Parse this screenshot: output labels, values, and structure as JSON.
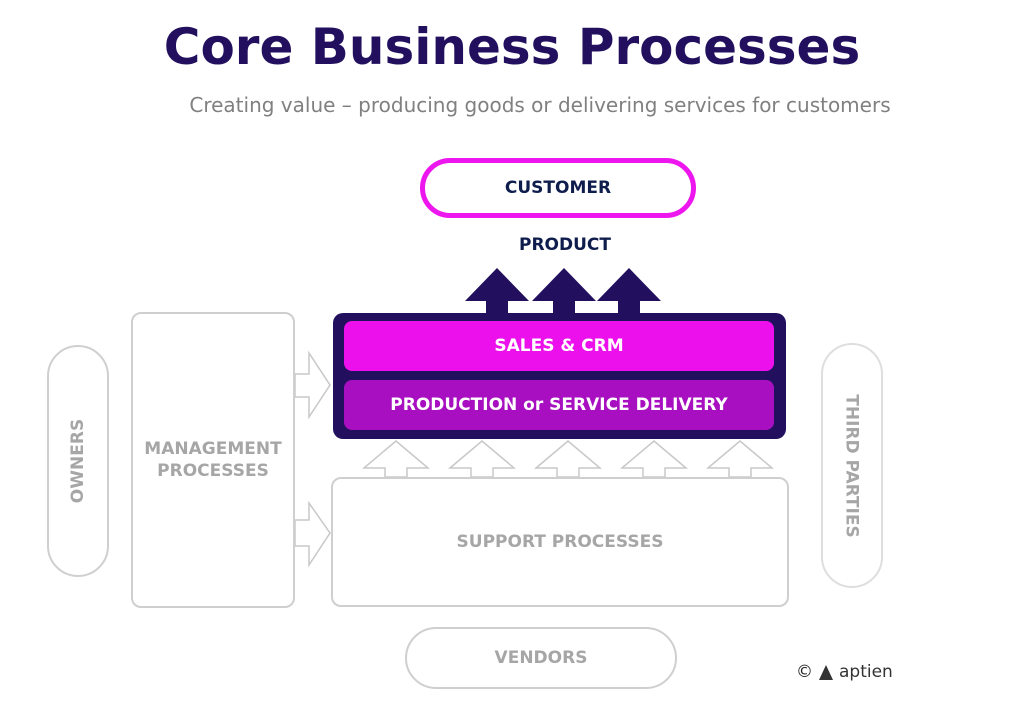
{
  "title": "Core Business Processes",
  "subtitle": "Creating value – producing goods or delivering services for customers",
  "customer": "CUSTOMER",
  "product": "PRODUCT",
  "core_processes": {
    "sales": "SALES & CRM",
    "production": "PRODUCTION or SERVICE DELIVERY"
  },
  "management": "MANAGEMENT PROCESSES",
  "support": "SUPPORT PROCESSES",
  "owners": "OWNERS",
  "third_parties": "THIRD PARTIES",
  "vendors": "VENDORS",
  "footer": {
    "copyright_symbol": "©",
    "brand": "aptien",
    "logo_icon": "aptien-logo-icon"
  },
  "colors": {
    "title": "#22105e",
    "customer_border": "#ee16ee",
    "core_frame": "#22105e",
    "sales": "#ec11ec",
    "production": "#a70fc0",
    "gray_text": "#a6a6a6"
  }
}
